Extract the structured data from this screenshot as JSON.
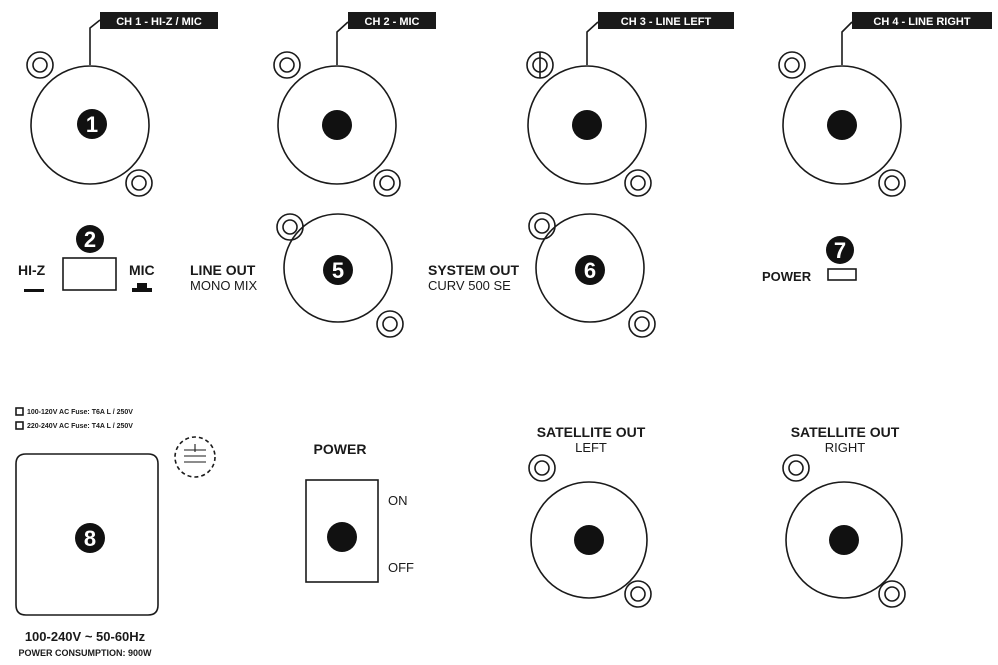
{
  "channels": [
    {
      "tag": "CH 1 - HI-Z / MIC",
      "number": "1"
    },
    {
      "tag": "CH 2 - MIC"
    },
    {
      "tag": "CH 3 - LINE LEFT"
    },
    {
      "tag": "CH 4 - LINE RIGHT"
    }
  ],
  "hiz_mic_switch": {
    "number": "2",
    "left_label": "HI-Z",
    "right_label": "MIC"
  },
  "line_out": {
    "number": "5",
    "title": "LINE OUT",
    "subtitle": "MONO MIX"
  },
  "system_out": {
    "number": "6",
    "title": "SYSTEM OUT",
    "subtitle": "CURV 500 SE"
  },
  "power_led": {
    "number": "7",
    "label": "POWER"
  },
  "fuse": {
    "line1": "100-120V AC Fuse: T6A L / 250V",
    "line2": "220-240V AC Fuse: T4A L / 250V"
  },
  "mains_inlet": {
    "number": "8",
    "voltage": "100-240V ~ 50-60Hz",
    "consumption": "POWER CONSUMPTION: 900W"
  },
  "power_switch": {
    "title": "POWER",
    "on": "ON",
    "off": "OFF"
  },
  "satellite_left": {
    "title": "SATELLITE OUT",
    "subtitle": "LEFT"
  },
  "satellite_right": {
    "title": "SATELLITE OUT",
    "subtitle": "RIGHT"
  },
  "colors": {
    "stroke": "#1a1a1a",
    "fill": "#ffffff"
  }
}
